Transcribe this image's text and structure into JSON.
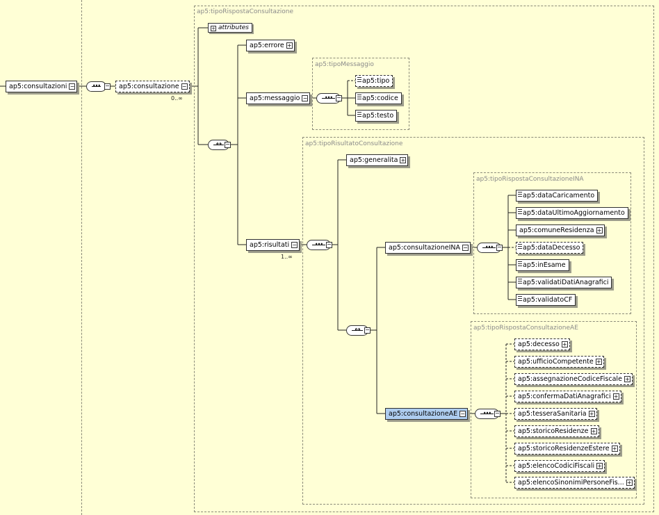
{
  "regions": {
    "tipo_risposta_consultazione": "ap5:tipoRispostaConsultazione",
    "tipo_messaggio": "ap5:tipoMessaggio",
    "tipo_risultato_consultazione": "ap5:tipoRisultatoConsultazione",
    "tipo_risposta_consultazione_ina": "ap5:tipoRispostaConsultazioneINA",
    "tipo_risposta_consultazione_ae": "ap5:tipoRispostaConsultazioneAE"
  },
  "root": {
    "label": "ap5:consultazioni"
  },
  "consultazione": {
    "label": "ap5:consultazione",
    "cardinality": "0..∞"
  },
  "attributes": {
    "label": "attributes"
  },
  "errore": {
    "label": "ap5:errore"
  },
  "messaggio": {
    "label": "ap5:messaggio"
  },
  "messaggio_children": [
    "ap5:tipo",
    "ap5:codice",
    "ap5:testo"
  ],
  "risultati": {
    "label": "ap5:risultati",
    "cardinality": "1..∞"
  },
  "generalita": {
    "label": "ap5:generalita"
  },
  "consultazione_ina": {
    "label": "ap5:consultazioneINA"
  },
  "ina_children": [
    "ap5:dataCaricamento",
    "ap5:dataUltimoAggiornamento",
    "ap5:comuneResidenza",
    "ap5:dataDecesso",
    "ap5:inEsame",
    "ap5:validatiDatiAnagrafici",
    "ap5:validatoCF"
  ],
  "consultazione_ae": {
    "label": "ap5:consultazioneAE"
  },
  "ae_children": [
    "ap5:decesso",
    "ap5:ufficioCompetente",
    "ap5:assegnazioneCodiceFiscale",
    "ap5:confermaDatiAnagrafici",
    "ap5:tesseraSanitaria",
    "ap5:storicoResidenze",
    "ap5:storicoResidenzeEstere",
    "ap5:elencoCodiciFiscali",
    "ap5:elencoSinonimiPersoneFis..."
  ],
  "colors": {
    "background": "#ffffd6",
    "highlight": "#aecdf0"
  }
}
